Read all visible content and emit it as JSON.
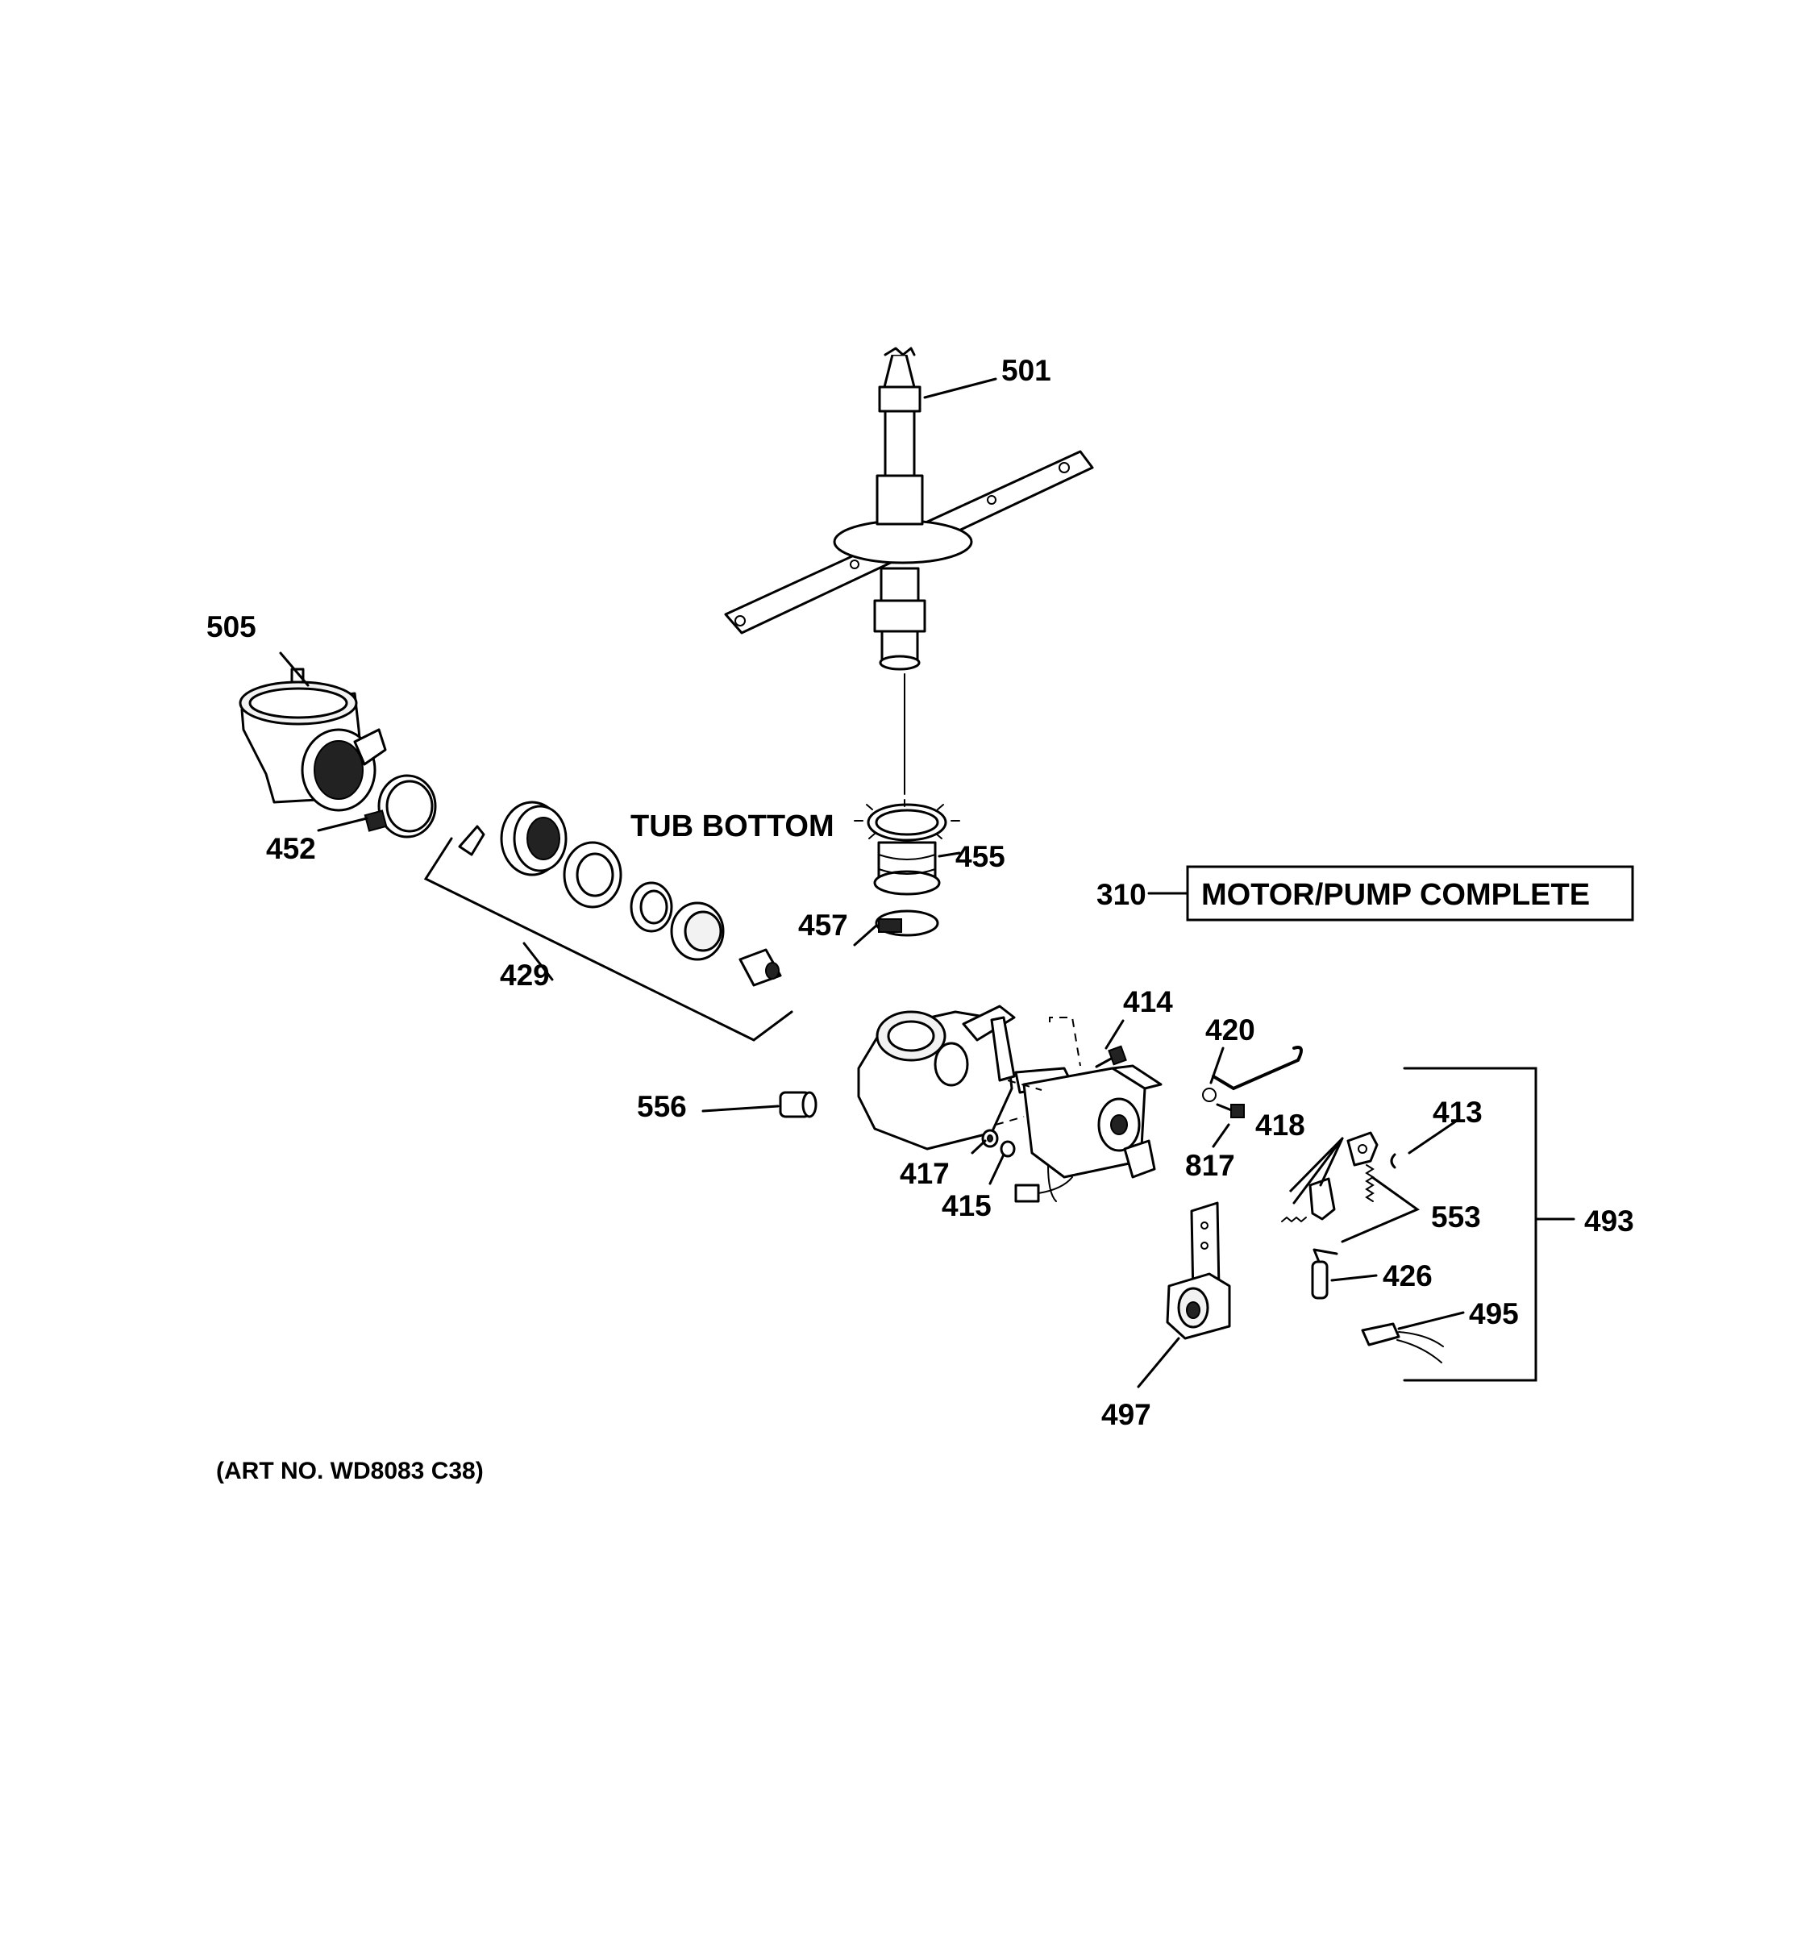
{
  "tub_bottom_label": "TUB BOTTOM",
  "assembly": {
    "number": "310",
    "name": "MOTOR/PUMP COMPLETE"
  },
  "art_number": "(ART NO. WD8083 C38)",
  "callouts": {
    "c501": "501",
    "c505": "505",
    "c452": "452",
    "c429": "429",
    "c455": "455",
    "c457": "457",
    "c556": "556",
    "c414": "414",
    "c420": "420",
    "c417": "417",
    "c415": "415",
    "c817": "817",
    "c418": "418",
    "c413": "413",
    "c553": "553",
    "c493": "493",
    "c426": "426",
    "c495": "495",
    "c497": "497"
  }
}
